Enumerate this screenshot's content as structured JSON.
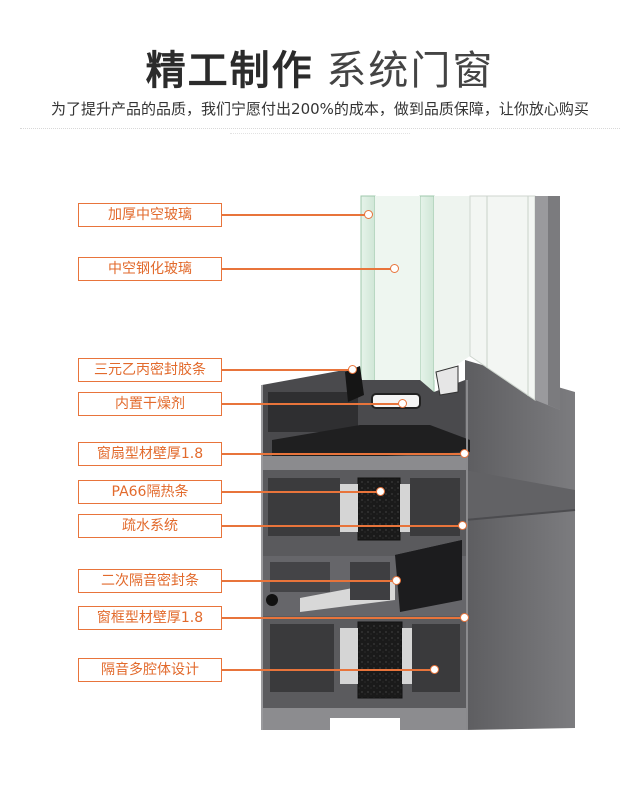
{
  "header": {
    "title_bold": "精工制作",
    "title_light": "系统门窗",
    "subtitle": "为了提升产品的品质，我们宁愿付出200%的成本，做到品质保障，让你放心购买"
  },
  "labels": [
    "加厚中空玻璃",
    "中空钢化玻璃",
    "三元乙丙密封胶条",
    "内置干燥剂",
    "窗扇型材壁厚1.8",
    "PA66隔热条",
    "疏水系统",
    "二次隔音密封条",
    "窗框型材壁厚1.8",
    "隔音多腔体设计"
  ],
  "colors": {
    "accent": "#e8743b",
    "profile": "#6f6f71",
    "profile_dark": "#3a3a3c",
    "glass": "#d9ecdf",
    "seal": "#1e1e1e"
  }
}
